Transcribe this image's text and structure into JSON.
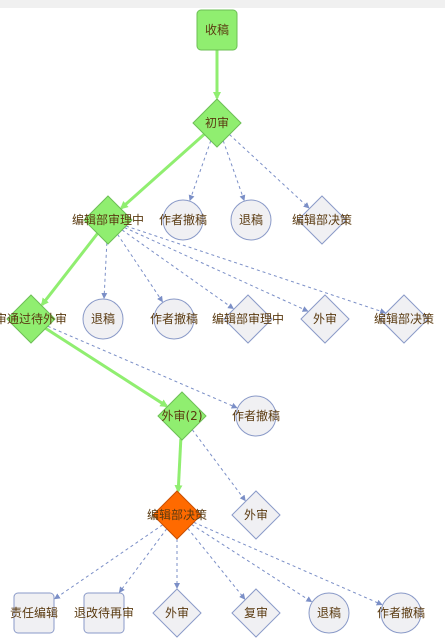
{
  "nodes": [
    {
      "id": "n_receive",
      "label": "收稿",
      "shape": "roundrect",
      "state": "active"
    },
    {
      "id": "n_first",
      "label": "初审",
      "shape": "diamond",
      "state": "active"
    },
    {
      "id": "n_withdraw1",
      "label": "作者撤稿",
      "shape": "circle",
      "state": "normal"
    },
    {
      "id": "n_return1",
      "label": "退稿",
      "shape": "circle",
      "state": "normal"
    },
    {
      "id": "n_decide1",
      "label": "编辑部决策",
      "shape": "diamond",
      "state": "normal"
    },
    {
      "id": "n_review",
      "label": "编辑部审理中",
      "shape": "diamond",
      "state": "active"
    },
    {
      "id": "n_pass",
      "label": "审通过待外审",
      "shape": "diamond",
      "state": "active"
    },
    {
      "id": "n_return2",
      "label": "退稿",
      "shape": "circle",
      "state": "normal"
    },
    {
      "id": "n_withdraw2",
      "label": "作者撤稿",
      "shape": "circle",
      "state": "normal"
    },
    {
      "id": "n_review2",
      "label": "编辑部审理中",
      "shape": "diamond",
      "state": "normal"
    },
    {
      "id": "n_ext1",
      "label": "外审",
      "shape": "diamond",
      "state": "normal"
    },
    {
      "id": "n_decide2",
      "label": "编辑部决策",
      "shape": "diamond",
      "state": "normal"
    },
    {
      "id": "n_ext2",
      "label": "外审(2)",
      "shape": "diamond",
      "state": "active"
    },
    {
      "id": "n_withdraw3",
      "label": "作者撤稿",
      "shape": "circle",
      "state": "normal"
    },
    {
      "id": "n_ext3",
      "label": "外审",
      "shape": "diamond",
      "state": "normal"
    },
    {
      "id": "n_decide3",
      "label": "编辑部决策",
      "shape": "diamond",
      "state": "current"
    },
    {
      "id": "n_editor",
      "label": "责任编辑",
      "shape": "roundrect",
      "state": "normal"
    },
    {
      "id": "n_revise",
      "label": "退改待再审",
      "shape": "roundrect",
      "state": "normal"
    },
    {
      "id": "n_ext4",
      "label": "外审",
      "shape": "diamond",
      "state": "normal"
    },
    {
      "id": "n_recheck",
      "label": "复审",
      "shape": "diamond",
      "state": "normal"
    },
    {
      "id": "n_return3",
      "label": "退稿",
      "shape": "circle",
      "state": "normal"
    },
    {
      "id": "n_withdraw4",
      "label": "作者撤稿",
      "shape": "circle",
      "state": "normal"
    }
  ],
  "edges": [
    {
      "from": "n_receive",
      "to": "n_first",
      "active": true
    },
    {
      "from": "n_first",
      "to": "n_review",
      "active": true
    },
    {
      "from": "n_first",
      "to": "n_withdraw1",
      "active": false
    },
    {
      "from": "n_first",
      "to": "n_return1",
      "active": false
    },
    {
      "from": "n_first",
      "to": "n_decide1",
      "active": false
    },
    {
      "from": "n_review",
      "to": "n_pass",
      "active": true
    },
    {
      "from": "n_review",
      "to": "n_return2",
      "active": false
    },
    {
      "from": "n_review",
      "to": "n_withdraw2",
      "active": false
    },
    {
      "from": "n_review",
      "to": "n_review2",
      "active": false
    },
    {
      "from": "n_review",
      "to": "n_ext1",
      "active": false
    },
    {
      "from": "n_review",
      "to": "n_decide2",
      "active": false
    },
    {
      "from": "n_pass",
      "to": "n_ext2",
      "active": true
    },
    {
      "from": "n_pass",
      "to": "n_withdraw3",
      "active": false
    },
    {
      "from": "n_ext2",
      "to": "n_decide3",
      "active": true
    },
    {
      "from": "n_ext2",
      "to": "n_ext3",
      "active": false
    },
    {
      "from": "n_decide3",
      "to": "n_editor",
      "active": false
    },
    {
      "from": "n_decide3",
      "to": "n_revise",
      "active": false
    },
    {
      "from": "n_decide3",
      "to": "n_ext4",
      "active": false
    },
    {
      "from": "n_decide3",
      "to": "n_recheck",
      "active": false
    },
    {
      "from": "n_decide3",
      "to": "n_return3",
      "active": false
    },
    {
      "from": "n_decide3",
      "to": "n_withdraw4",
      "active": false
    }
  ]
}
